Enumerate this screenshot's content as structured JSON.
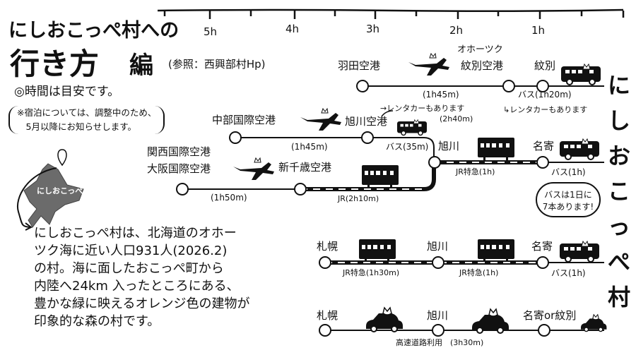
{
  "title": {
    "line1": "にしおこっぺ村への",
    "line2": "行き方",
    "line2_suffix": "編",
    "reference": "(参照：西興部村Hp)"
  },
  "notes": {
    "time_note": "◎時間は目安です。",
    "lodging_note": "※宿泊については、調整中のため、\n　5月以降にお知らせします。"
  },
  "timeline": {
    "ticks": [
      "5h",
      "4h",
      "3h",
      "2h",
      "1h"
    ]
  },
  "map": {
    "label": "にしおこっぺ"
  },
  "description": "にしおこっぺ村は、北海道のオホー\nツク海に近い人口931人(2026.2)\nの村。海に面したおこっぺ町から\n内陸へ24km 入ったところにある、\n豊かな緑に映えるオレンジ色の建物が\n印象的な森の村です。",
  "destination_vertical": "にしおこっぺ村",
  "routes": {
    "haneda": {
      "origin": "羽田空港",
      "airport_line1": "オホーツク",
      "airport_line2": "紋別空港",
      "town": "紋別",
      "flight_time": "(1h45m)",
      "bus_time": "バス(1h20m)",
      "rental_note": "↳レンタカーもあります"
    },
    "chubu": {
      "origin": "中部国際空港",
      "airport": "旭川空港",
      "flight_time": "(1h45m)",
      "bus_time": "バス(35m)",
      "rental_note": "→レンタカーもあります",
      "rental_time": "(2h40m)"
    },
    "kansai": {
      "origin_line1": "関西国際空港",
      "origin_line2": "大阪国際空港",
      "airport": "新千歳空港",
      "flight_time": "(1h50m)",
      "jr_time": "JR(2h10m)"
    },
    "asahikawa_link": {
      "asahikawa": "旭川",
      "nayoro": "名寄",
      "jr_time": "JR特急(1h)",
      "bus_time": "バス(1h)",
      "bubble": "バスは1日に\n7本あります!"
    },
    "sapporo_jr": {
      "sapporo": "札幌",
      "asahikawa": "旭川",
      "nayoro": "名寄",
      "jr1_time": "JR特急(1h30m)",
      "jr2_time": "JR特急(1h)",
      "bus_time": "バス(1h)"
    },
    "sapporo_car": {
      "sapporo": "札幌",
      "asahikawa": "旭川",
      "last": "名寄or紋別",
      "drive_time": "高速道路利用　(3h30m)"
    }
  },
  "colors": {
    "ink": "#111111",
    "map_gray": "#6b6b6b",
    "paper": "#ffffff"
  }
}
